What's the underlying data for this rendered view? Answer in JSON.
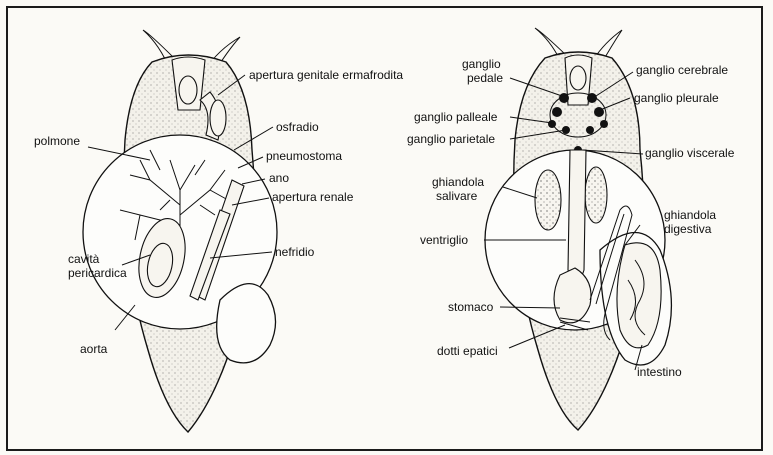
{
  "left_figure": {
    "labels": {
      "apertura_genitale": "apertura genitale ermafrodita",
      "osfradio": "osfradio",
      "polmone": "polmone",
      "pneumostoma": "pneumostoma",
      "ano": "ano",
      "apertura_renale": "apertura renale",
      "nefridio": "nefridio",
      "cavita_line1": "cavità",
      "cavita_line2": "pericardica",
      "aorta": "aorta"
    }
  },
  "right_figure": {
    "labels": {
      "ganglio_pedale_line1": "ganglio",
      "ganglio_pedale_line2": "pedale",
      "ganglio_cerebrale": "ganglio cerebrale",
      "ganglio_pleurale": "ganglio pleurale",
      "ganglio_palleale": "ganglio palleale",
      "ganglio_parietale": "ganglio parietale",
      "ganglio_viscerale": "ganglio viscerale",
      "ghiandola_salivare_line1": "ghiandola",
      "ghiandola_salivare_line2": "salivare",
      "ghiandola_digestiva_line1": "ghiandola",
      "ghiandola_digestiva_line2": "digestiva",
      "ventriglio": "ventriglio",
      "stomaco": "stomaco",
      "dotti_epatici": "dotti epatici",
      "intestino": "intestino"
    }
  }
}
